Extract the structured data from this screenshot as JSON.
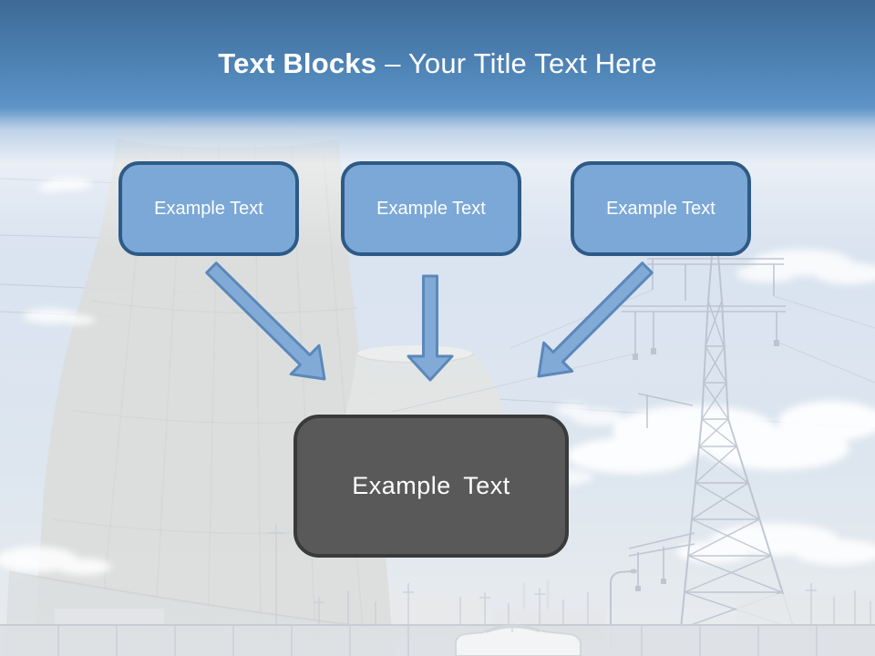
{
  "slide": {
    "title": {
      "bold": "Text Blocks",
      "rest": "– Your Title Text Here"
    }
  },
  "boxes": {
    "top": [
      {
        "label": "Example Text"
      },
      {
        "label": "Example Text"
      },
      {
        "label": "Example Text"
      }
    ],
    "result": {
      "label": "Example Text"
    }
  },
  "colors": {
    "header_top": "#3d6a95",
    "header_bottom": "#5f94c7",
    "title_text": "#ffffff",
    "box_fill": "#7ba8d6",
    "box_border": "#2d5a86",
    "box_text": "#fdfdfd",
    "arrow_fill": "#82aad6",
    "arrow_border": "#5b88ba",
    "result_fill": "#595959",
    "result_border": "#3a3a3a",
    "result_text": "#ffffff"
  }
}
